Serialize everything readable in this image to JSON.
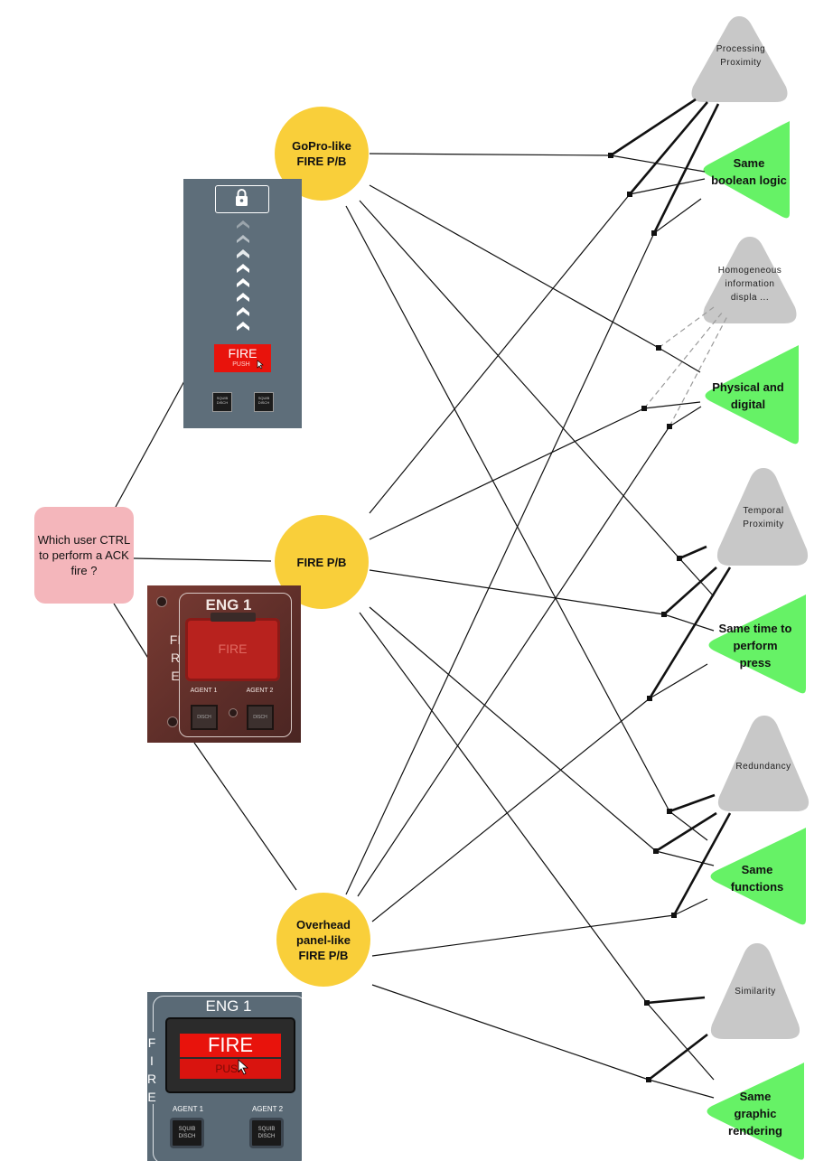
{
  "question": {
    "text": "Which user CTRL to perform a ACK fire ?"
  },
  "options": {
    "gopro": "GoPro-like\nFIRE P/B",
    "firepb": "FIRE P/B",
    "overhead": "Overhead\npanel-like\nFIRE P/B"
  },
  "criteria": {
    "processing": "Processing\nProximity",
    "boolean": "Same\nboolean logic",
    "homogeneous": "Homogeneous\ninformation\ndispla ...",
    "physical": "Physical and\ndigital",
    "temporal": "Temporal\nProximity",
    "sametime": "Same time to\nperform\npress",
    "redundancy": "Redundancy",
    "functions": "Same\nfunctions",
    "similarity": "Similarity",
    "graphic": "Same\ngraphic\nrendering"
  },
  "panels": {
    "gopro": {
      "fire": "FIRE",
      "push": "PUSH",
      "squib": "SQUIB",
      "disch": "DISCH"
    },
    "firepb": {
      "eng": "ENG 1",
      "side": "FIRE",
      "fire": "FIRE",
      "agent1": "AGENT 1",
      "agent2": "AGENT 2",
      "disch": "DISCH"
    },
    "overhead": {
      "eng": "ENG 1",
      "side": "FIRE",
      "fire": "FIRE",
      "push": "PUSH",
      "agent1": "AGENT 1",
      "agent2": "AGENT 2",
      "squib": "SQUIB",
      "disch": "DISCH"
    }
  },
  "colors": {
    "question": "#f4b6bb",
    "option": "#f9cf3a",
    "gray_criterion": "#c8c8c8",
    "green_criterion": "#66f266",
    "fire_red": "#e8130c"
  }
}
